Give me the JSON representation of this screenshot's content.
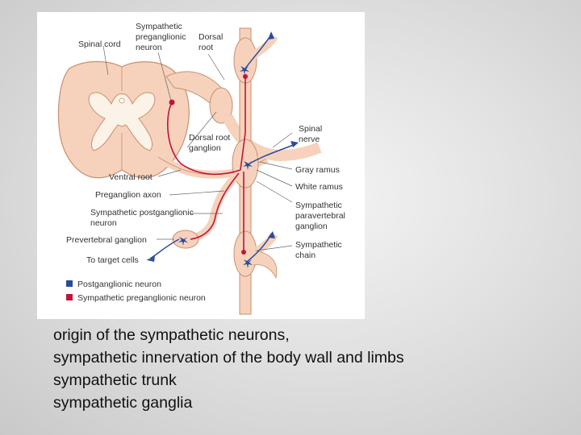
{
  "diagram": {
    "labels": {
      "spinal_cord": "Spinal cord",
      "sympathetic_preganglionic_neuron": [
        "Sympathetic",
        "preganglionic",
        "neuron"
      ],
      "dorsal_root": [
        "Dorsal",
        "root"
      ],
      "spinal_nerve": [
        "Spinal",
        "nerve"
      ],
      "dorsal_root_ganglion": [
        "Dorsal root",
        "ganglion"
      ],
      "ventral_root": "Ventral root",
      "gray_ramus": "Gray ramus",
      "white_ramus": "White ramus",
      "preganglion_axon": "Preganglion axon",
      "sympathetic_paravertebral_ganglion": [
        "Sympathetic",
        "paravertebral",
        "ganglion"
      ],
      "sympathetic_postganglionic_neuron": [
        "Sympathetic postganglionic",
        "neuron"
      ],
      "prevertebral_ganglion": "Prevertebral ganglion",
      "sympathetic_chain": [
        "Sympathetic",
        "chain"
      ],
      "to_target_cells": "To target cells"
    },
    "legend": [
      {
        "label": "Postganglionic neuron",
        "color": "#2a4a9c"
      },
      {
        "label": "Sympathetic preganglionic neuron",
        "color": "#c0143c"
      }
    ],
    "colors": {
      "tissue": "#f6d2bc",
      "tissue_outline": "#c98f6e",
      "gray_matter": "#fbf3e8",
      "preganglionic": "#c0143c",
      "postganglionic": "#2a4a9c"
    }
  },
  "caption": {
    "lines": [
      "origin of the sympathetic neurons,",
      "sympathetic innervation of the body wall and limbs",
      "sympathetic trunk",
      "sympathetic ganglia"
    ]
  }
}
